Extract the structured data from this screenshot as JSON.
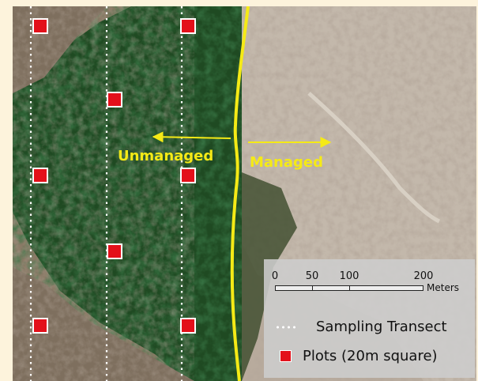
{
  "map": {
    "labels": {
      "unmanaged": "Unmanaged",
      "managed": "Managed"
    },
    "colors": {
      "boundary": "#f5ea16",
      "plot": "#e3101a",
      "transect": "#ffffff",
      "forest": "#1f4a22",
      "cleared": "#b8ab9d"
    },
    "plots": [
      {
        "transect": 1,
        "row": 1
      },
      {
        "transect": 3,
        "row": 1
      },
      {
        "transect": 2,
        "row": 2
      },
      {
        "transect": 1,
        "row": 3
      },
      {
        "transect": 3,
        "row": 3
      },
      {
        "transect": 2,
        "row": 4
      },
      {
        "transect": 1,
        "row": 5
      },
      {
        "transect": 3,
        "row": 5
      }
    ]
  },
  "legend": {
    "scale": {
      "ticks": [
        "0",
        "50",
        "100",
        "200"
      ],
      "unit": "Meters"
    },
    "transect_label": "Sampling Transect",
    "plots_label": "Plots (20m square)"
  }
}
